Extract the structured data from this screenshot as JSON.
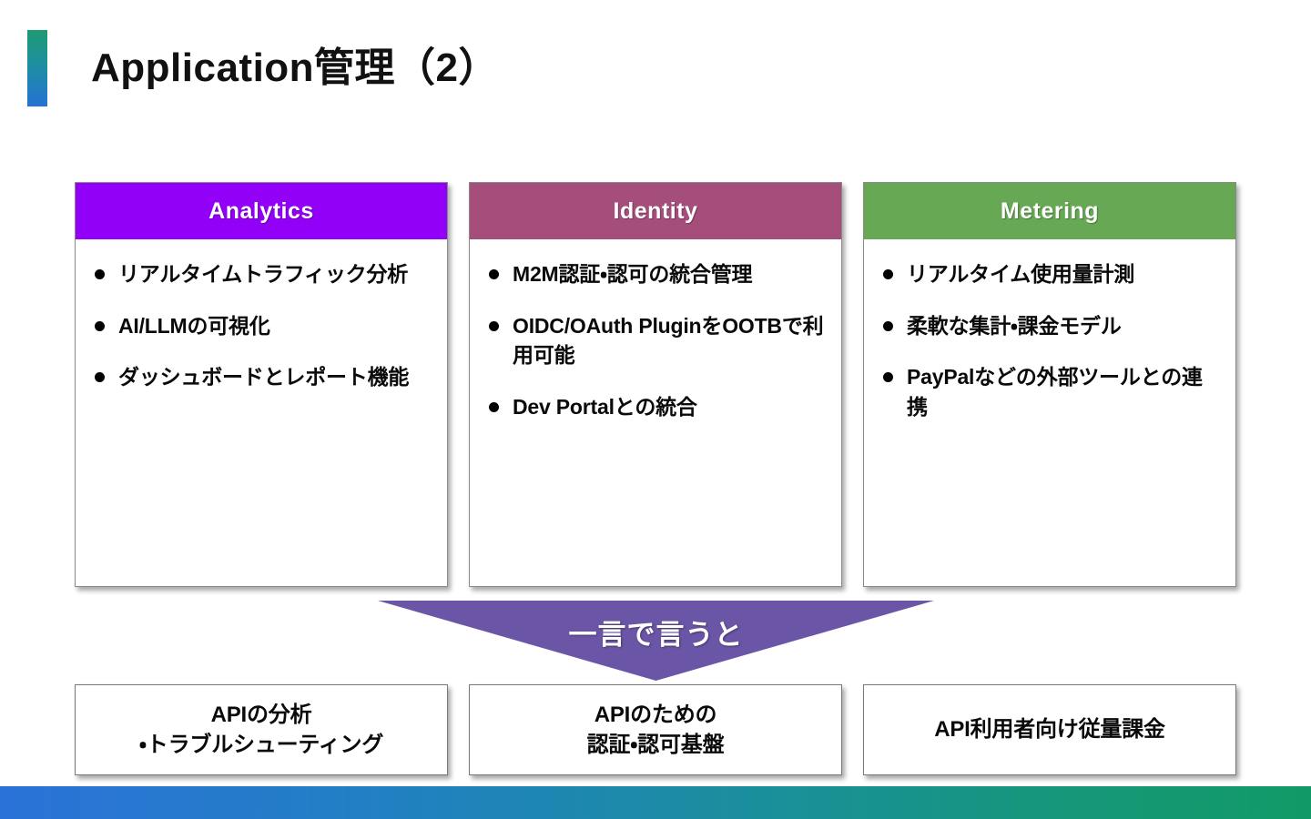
{
  "slide": {
    "title": "Application管理（2）",
    "accent_gradient": {
      "from": "#1d9b72",
      "to": "#2572d4"
    }
  },
  "cards": [
    {
      "id": "analytics",
      "header": "Analytics",
      "header_color": "#9200f7",
      "bullets": [
        "リアルタイムトラフィック分析",
        "AI/LLMの可視化",
        "ダッシュボードとレポート機能"
      ]
    },
    {
      "id": "identity",
      "header": "Identity",
      "header_color": "#a54e7c",
      "bullets": [
        "M2M認証・認可の統合管理",
        "OIDC/OAuth PluginをOOTBで利用可能",
        "Dev Portalとの統合"
      ]
    },
    {
      "id": "metering",
      "header": "Metering",
      "header_color": "#66a853",
      "bullets": [
        "リアルタイム使用量計測",
        "柔軟な集計・課金モデル",
        "PayPalなどの外部ツールとの連携"
      ]
    }
  ],
  "arrow": {
    "label": "一言で言うと",
    "color": "#6b55a6"
  },
  "summaries": [
    {
      "id": "analytics-summary",
      "text": "APIの分析\n・トラブルシューティング"
    },
    {
      "id": "identity-summary",
      "text": "APIのための\n認証・認可基盤"
    },
    {
      "id": "metering-summary",
      "text": "API利用者向け従量課金"
    }
  ],
  "footer": {
    "gradient_from": "#2a72d8",
    "gradient_to": "#119a67"
  }
}
